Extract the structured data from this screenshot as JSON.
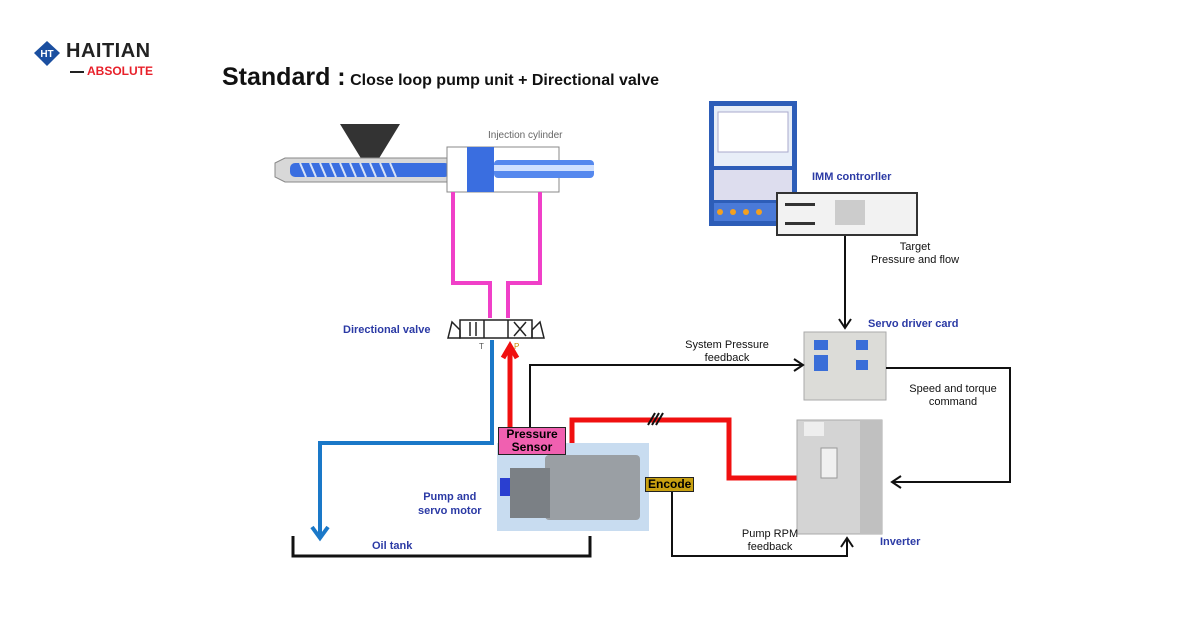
{
  "logo": {
    "brand": "HAITIAN",
    "sub": "ABSOLUTE",
    "mark": "HT"
  },
  "title": {
    "prefix": "Standard :",
    "text": "Close loop pump unit + Directional valve"
  },
  "components": {
    "injection_cylinder": "Injection cylinder",
    "directional_valve": "Directional valve",
    "valve_port_t": "T",
    "valve_port_p": "P",
    "imm_controller": "IMM controrller",
    "servo_driver_card": "Servo driver card",
    "inverter": "Inverter",
    "pump_motor_line1": "Pump and",
    "pump_motor_line2": "servo motor",
    "oil_tank": "Oil tank",
    "pressure_sensor_line1": "Pressure",
    "pressure_sensor_line2": "Sensor",
    "encoder": "Encode"
  },
  "signals": {
    "target_line1": "Target",
    "target_line2": "Pressure and flow",
    "sys_pressure_line1": "System Pressure",
    "sys_pressure_line2": "feedback",
    "speed_torque_line1": "Speed and torque",
    "speed_torque_line2": "command",
    "pump_rpm_line1": "Pump RPM",
    "pump_rpm_line2": "feedback"
  },
  "colors": {
    "pink_line": "#f040c8",
    "red_line": "#f01010",
    "blue_line": "#1a78c8",
    "label_blue": "#2b3aa5",
    "brand_red": "#e8202a",
    "brand_blue": "#1b4fa0"
  }
}
